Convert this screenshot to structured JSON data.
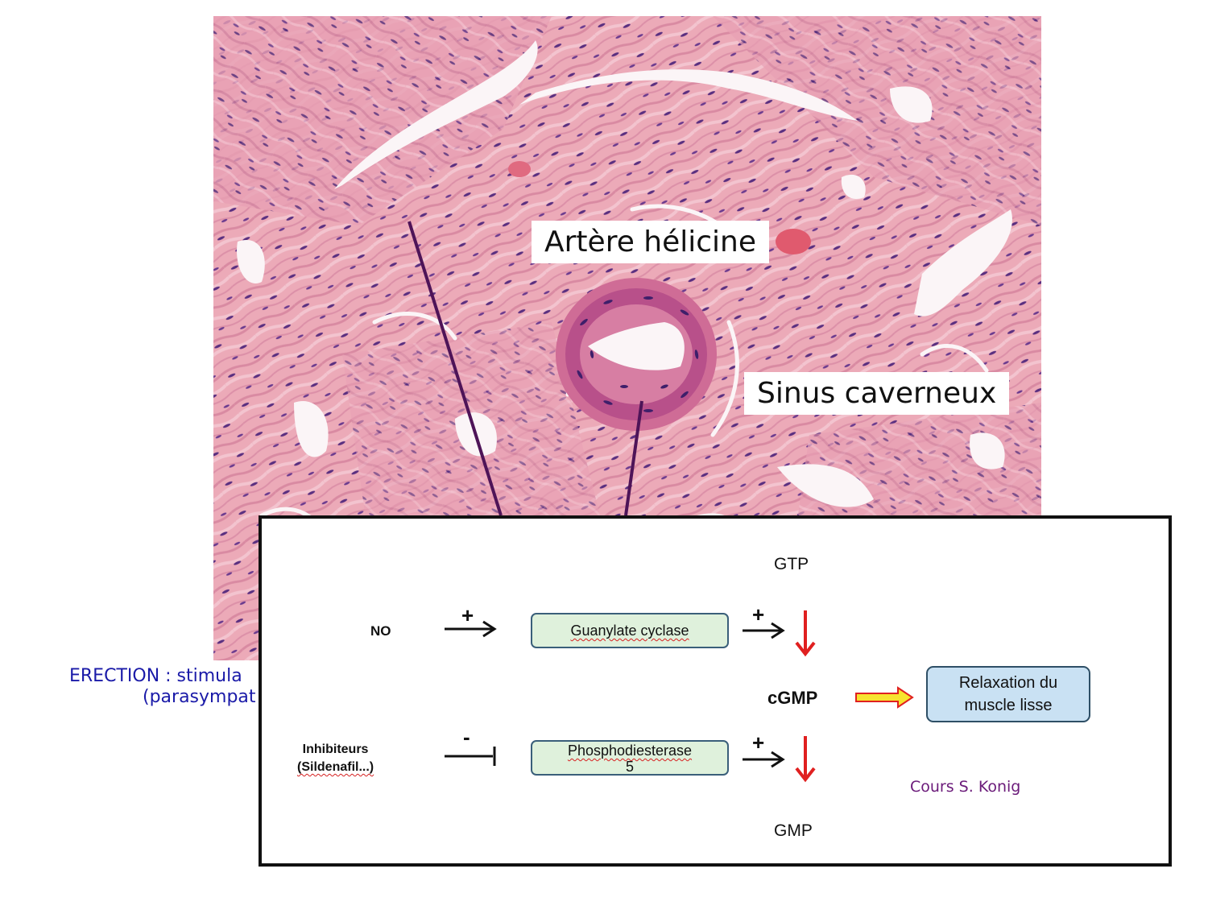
{
  "callouts": {
    "artery": "Artère hélicine",
    "sinus": "Sinus caverneux"
  },
  "caption": {
    "line1": "ERECTION : stimula",
    "line2": "(parasympat"
  },
  "schema": {
    "gtp": "GTP",
    "no": "NO",
    "guanylate": "Guanylate cyclase",
    "cgmp": "cGMP",
    "relaxation_line1": "Relaxation du",
    "relaxation_line2": "muscle lisse",
    "inhibitors_line1": "Inhibiteurs",
    "inhibitors_line2": "(Sildenafil...)",
    "pde_line1": "Phosphodiesterase",
    "pde_line2": "5",
    "gmp": "GMP",
    "plus": "+",
    "minus": "-",
    "credit": "Cours S. Konig"
  },
  "colors": {
    "tissue": "#ecaab8",
    "lumen": "#fbf5f7",
    "nuclei": "#4a2a72",
    "pointer": "#4e1458",
    "red_arrow": "#e02020",
    "caption": "#1a1aa8",
    "credit": "#6b1b7a"
  }
}
